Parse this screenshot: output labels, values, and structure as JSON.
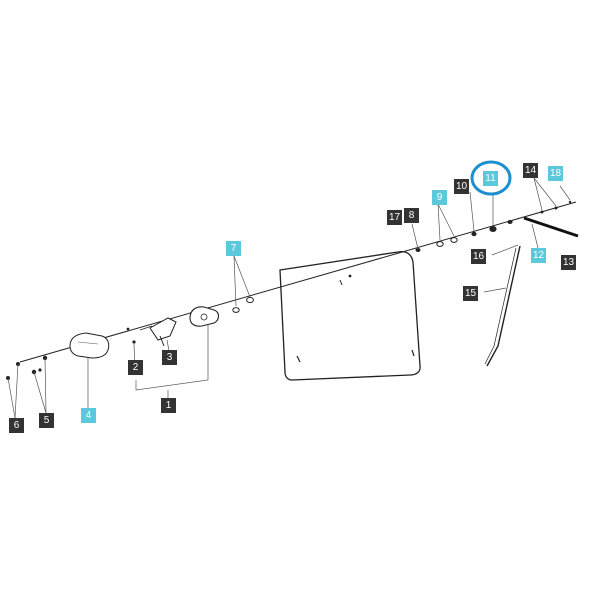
{
  "colors": {
    "dark_label": "#333333",
    "highlight_label": "#5bc8dc",
    "highlight_ring": "#1c8fd0",
    "line": "#222222",
    "leader": "#555555"
  },
  "callouts": [
    {
      "id": "1",
      "style": "dark"
    },
    {
      "id": "2",
      "style": "dark"
    },
    {
      "id": "3",
      "style": "dark"
    },
    {
      "id": "4",
      "style": "cyan"
    },
    {
      "id": "5",
      "style": "dark"
    },
    {
      "id": "6",
      "style": "dark"
    },
    {
      "id": "7",
      "style": "cyan"
    },
    {
      "id": "8",
      "style": "dark"
    },
    {
      "id": "9",
      "style": "cyan"
    },
    {
      "id": "10",
      "style": "dark"
    },
    {
      "id": "11",
      "style": "cyan",
      "highlighted": true
    },
    {
      "id": "12",
      "style": "cyan"
    },
    {
      "id": "13",
      "style": "dark"
    },
    {
      "id": "14",
      "style": "dark"
    },
    {
      "id": "15",
      "style": "dark"
    },
    {
      "id": "16",
      "style": "dark"
    },
    {
      "id": "17",
      "style": "dark"
    },
    {
      "id": "18",
      "style": "cyan"
    }
  ]
}
